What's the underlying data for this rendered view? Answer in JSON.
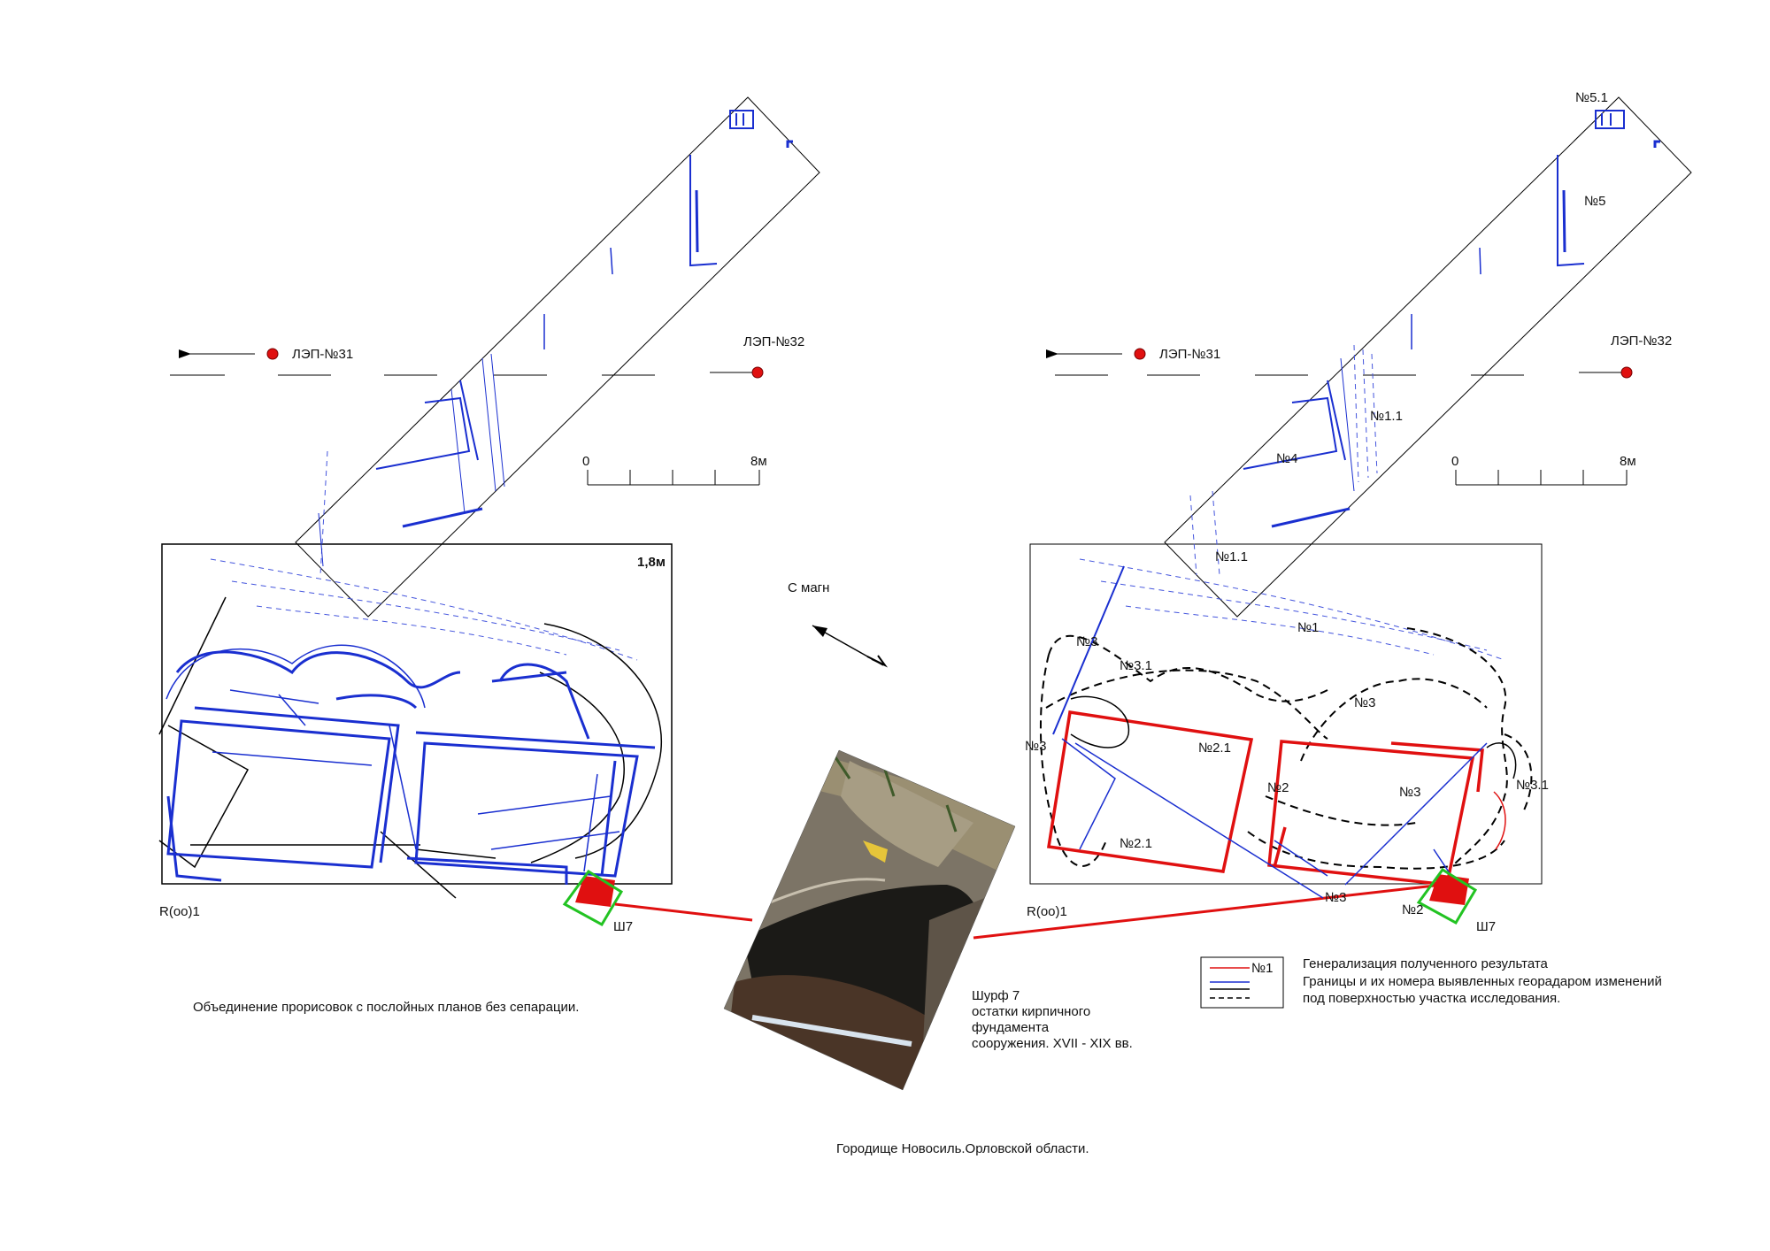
{
  "left_panel": {
    "power_pole_a": "ЛЭП-№31",
    "power_pole_b": "ЛЭП-№32",
    "scale_start": "0",
    "scale_end": "8м",
    "depth_label": "1,8м",
    "benchmark": "R(оо)1",
    "pit_label": "Ш7",
    "caption": "Объединение прорисовок с послойных планов без  сепарации."
  },
  "right_panel": {
    "power_pole_a": "ЛЭП-№31",
    "power_pole_b": "ЛЭП-№32",
    "scale_start": "0",
    "scale_end": "8м",
    "benchmark": "R(оо)1",
    "pit_label": "Ш7",
    "anomalies": {
      "n5_1": "№5.1",
      "n5": "№5",
      "n1_1_top": "№1.1",
      "n4": "№4",
      "n1_1_bottom": "№1.1",
      "n1": "№1",
      "n3_a": "№3",
      "n3_1_a": "№3.1",
      "n3_b": "№3",
      "n3_c": "№3",
      "n2_1_a": "№2.1",
      "n2_a": "№2",
      "n3_d": "№3",
      "n3_1_b": "№3.1",
      "n2_1_b": "№2.1",
      "n3_e": "№3",
      "n2_b": "№2"
    }
  },
  "north_arrow": {
    "label": "С магн"
  },
  "photo": {
    "caption_line1": "Шурф 7",
    "caption_line2": "остатки  кирпичного",
    "caption_line3": "фундамента",
    "caption_line4": "сооружения. XVII - XIX вв."
  },
  "legend": {
    "sample_label": "№1",
    "line1": "Генерализация полученного результата",
    "line2": "Границы и их номера выявленных георадаром изменений",
    "line3": "под поверхностью участка исследования."
  },
  "footer": {
    "title": "Городище Новосиль.Орловской области."
  },
  "colors": {
    "result": "#e01010",
    "boundary": "#1a2fd0",
    "pit_frame": "#22c322",
    "pole": "#e01010"
  }
}
